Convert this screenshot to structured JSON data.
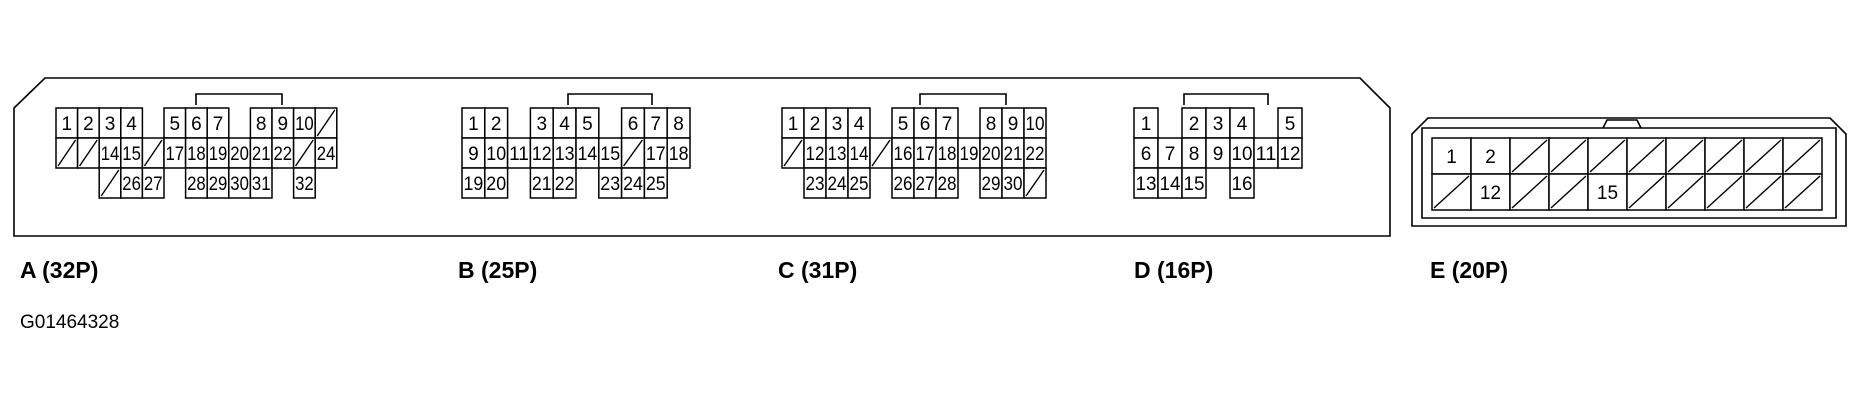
{
  "connectors": [
    {
      "id": "A",
      "label": "A (32P)",
      "rows": [
        [
          "1",
          "2",
          "3",
          "4",
          "",
          "5",
          "6",
          "7",
          "",
          "8",
          "9",
          "10",
          "/"
        ],
        [
          "/",
          "/",
          "14",
          "15",
          "/",
          "17",
          "18",
          "19",
          "20",
          "21",
          "22",
          "/",
          "24"
        ],
        [
          "",
          "",
          "/",
          "26",
          "27",
          "",
          "28",
          "29",
          "30",
          "31",
          "",
          "32",
          ""
        ]
      ]
    },
    {
      "id": "B",
      "label": "B (25P)",
      "rows": [
        [
          "1",
          "2",
          "",
          "3",
          "4",
          "5",
          "",
          "6",
          "7",
          "8"
        ],
        [
          "9",
          "10",
          "11",
          "12",
          "13",
          "14",
          "15",
          "/",
          "17",
          "18"
        ],
        [
          "19",
          "20",
          "",
          "21",
          "22",
          "",
          "23",
          "24",
          "25",
          ""
        ]
      ]
    },
    {
      "id": "C",
      "label": "C (31P)",
      "rows": [
        [
          "1",
          "2",
          "3",
          "4",
          "",
          "5",
          "6",
          "7",
          "",
          "8",
          "9",
          "10"
        ],
        [
          "/",
          "12",
          "13",
          "14",
          "/",
          "16",
          "17",
          "18",
          "19",
          "20",
          "21",
          "22"
        ],
        [
          "",
          "23",
          "24",
          "25",
          "",
          "26",
          "27",
          "28",
          "",
          "29",
          "30",
          "/"
        ]
      ]
    },
    {
      "id": "D",
      "label": "D (16P)",
      "rows": [
        [
          "1",
          "",
          "2",
          "3",
          "4",
          "",
          "5"
        ],
        [
          "6",
          "7",
          "8",
          "9",
          "10",
          "11",
          "12"
        ],
        [
          "13",
          "14",
          "15",
          "",
          "16",
          "",
          ""
        ]
      ]
    },
    {
      "id": "E",
      "label": "E (20P)",
      "rows": [
        [
          "1",
          "2",
          "/",
          "/",
          "/",
          "/",
          "/",
          "/",
          "/",
          "/"
        ],
        [
          "/",
          "12",
          "/",
          "/",
          "15",
          "/",
          "/",
          "/",
          "/",
          "/"
        ]
      ]
    }
  ],
  "figure_code": "G01464328"
}
